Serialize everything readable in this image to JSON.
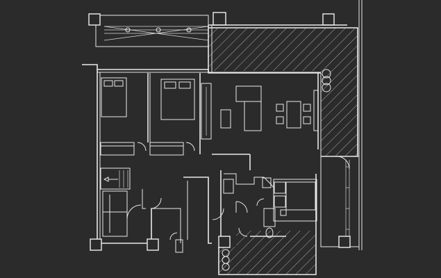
{
  "plan": {
    "colors": {
      "background": "#2b2b2b",
      "lines": "#e9e9e9"
    },
    "rooms": [
      {
        "key": "bedroom-1"
      },
      {
        "key": "bedroom-2"
      },
      {
        "key": "living-room"
      },
      {
        "key": "dining-area"
      },
      {
        "key": "kitchen"
      },
      {
        "key": "bathroom"
      },
      {
        "key": "staircase"
      },
      {
        "key": "balcony-top"
      },
      {
        "key": "balcony-right"
      },
      {
        "key": "balcony-bottom"
      }
    ]
  }
}
